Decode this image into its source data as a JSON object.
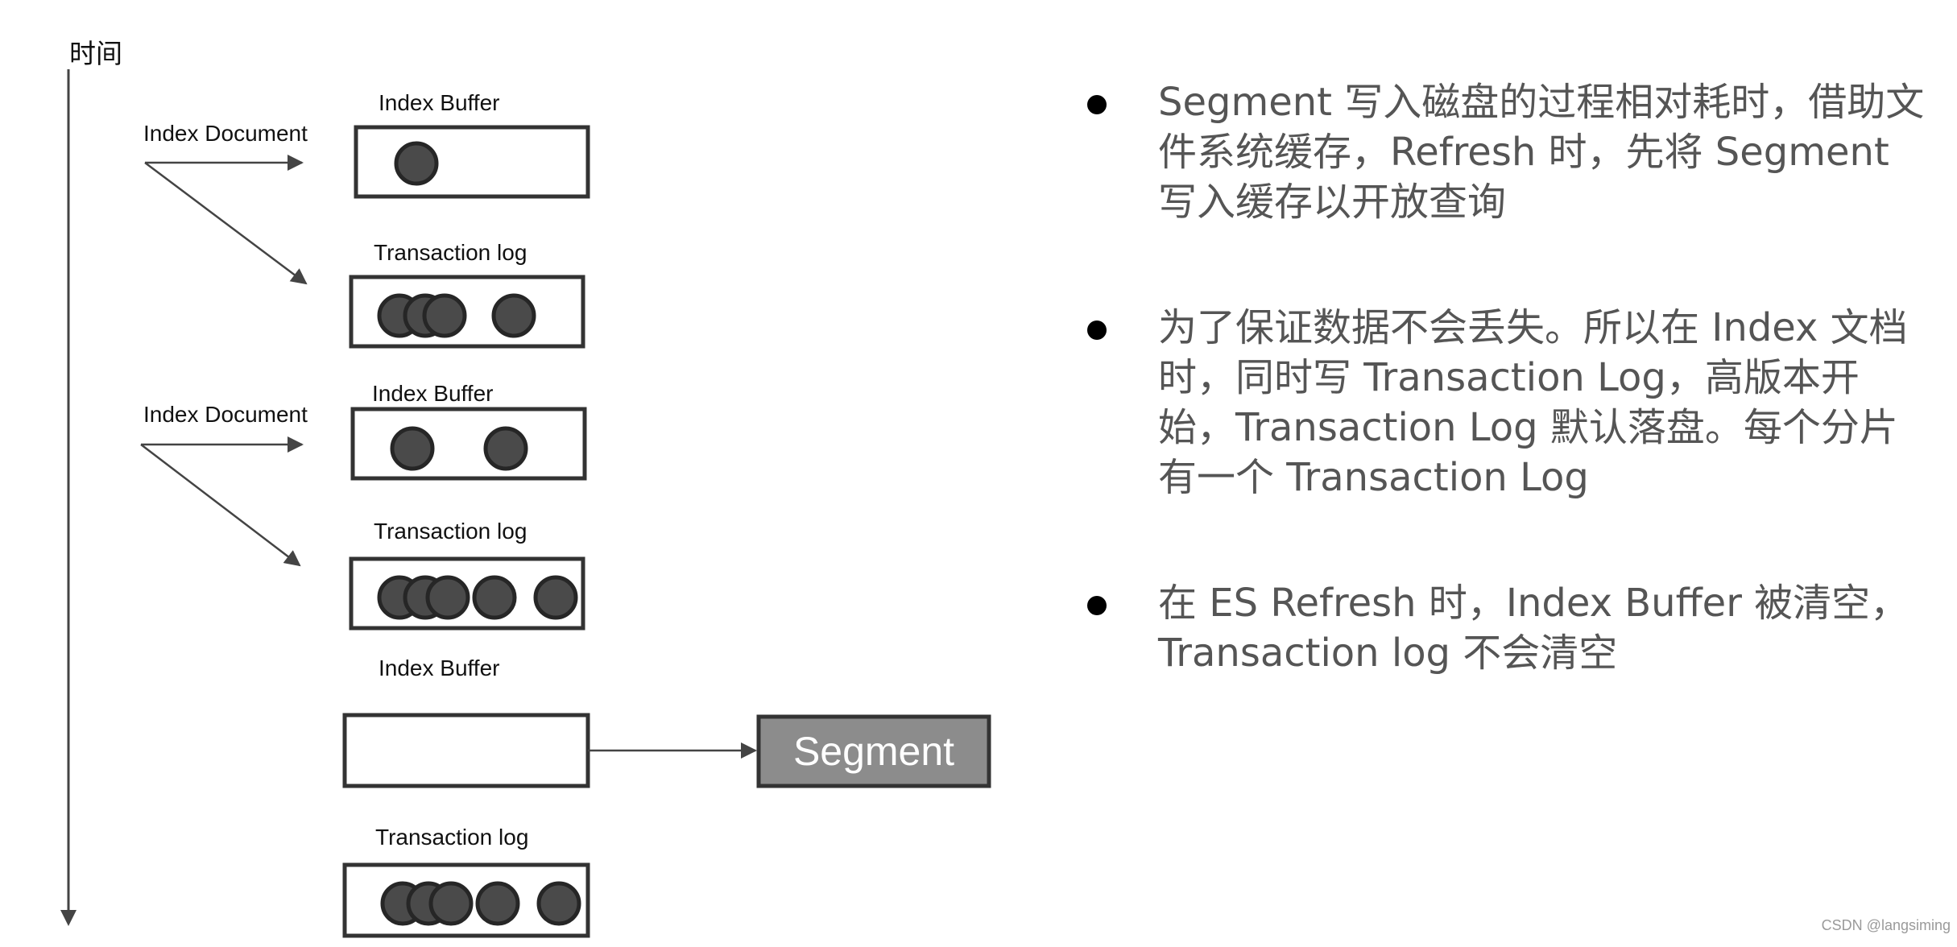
{
  "diagram": {
    "time_axis_label": "时间",
    "stages": [
      {
        "document_label": "Index Document",
        "buffer_label": "Index Buffer",
        "log_label": "Transaction log",
        "buffer_docs": 1,
        "log_docs": 4
      },
      {
        "document_label": "Index Document",
        "buffer_label": "Index Buffer",
        "log_label": "Transaction log",
        "buffer_docs": 2,
        "log_docs": 5
      },
      {
        "buffer_label": "Index Buffer",
        "log_label": "Transaction log",
        "buffer_docs": 0,
        "log_docs": 5,
        "segment_label": "Segment"
      }
    ]
  },
  "bullets": [
    "Segment 写入磁盘的过程相对耗时，借助文件系统缓存，Refresh 时，先将 Segment 写入缓存以开放查询",
    "为了保证数据不会丢失。所以在 Index 文档时，同时写 Transaction Log，高版本开始，Transaction Log 默认落盘。每个分片有一个 Transaction Log",
    "在 ES Refresh 时，Index Buffer 被清空，Transaction log 不会清空"
  ],
  "watermark": "CSDN @langsiming",
  "colors": {
    "doc_fill": "#4a4a4a",
    "segment_fill": "#8c8c8c",
    "box_border": "#333333",
    "arrow": "#444444",
    "bullet_text": "#555555"
  }
}
